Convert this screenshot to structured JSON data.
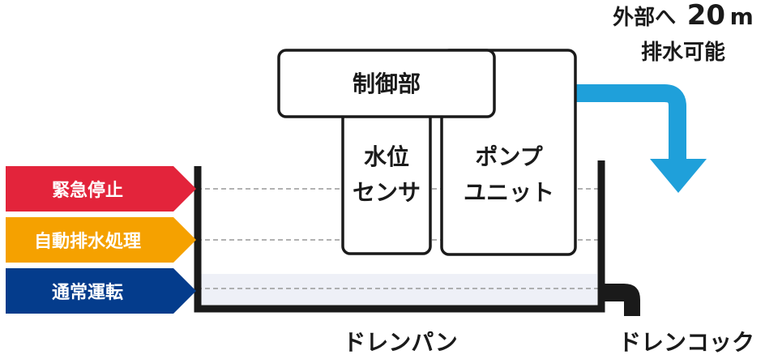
{
  "levels": {
    "emergency": {
      "label": "緊急停止",
      "color": "#e3243b"
    },
    "auto_drain": {
      "label": "自動排水処理",
      "color": "#f5a100"
    },
    "normal": {
      "label": "通常運転",
      "color": "#043c8c"
    }
  },
  "control_unit": {
    "label": "制御部"
  },
  "water_sensor": {
    "line1": "水位",
    "line2": "センサ"
  },
  "pump_unit": {
    "line1": "ポンプ",
    "line2": "ユニット"
  },
  "discharge_note": {
    "line1_prefix": "外部へ",
    "distance": "20",
    "unit": "m",
    "line2": "排水可能"
  },
  "drain_pan": {
    "label": "ドレンパン"
  },
  "drain_cock": {
    "label": "ドレンコック"
  },
  "colors": {
    "outline": "#1a1a1a",
    "flow_arrow": "#1fa0da",
    "water": "#eef0f7",
    "guide_line": "#999999"
  }
}
